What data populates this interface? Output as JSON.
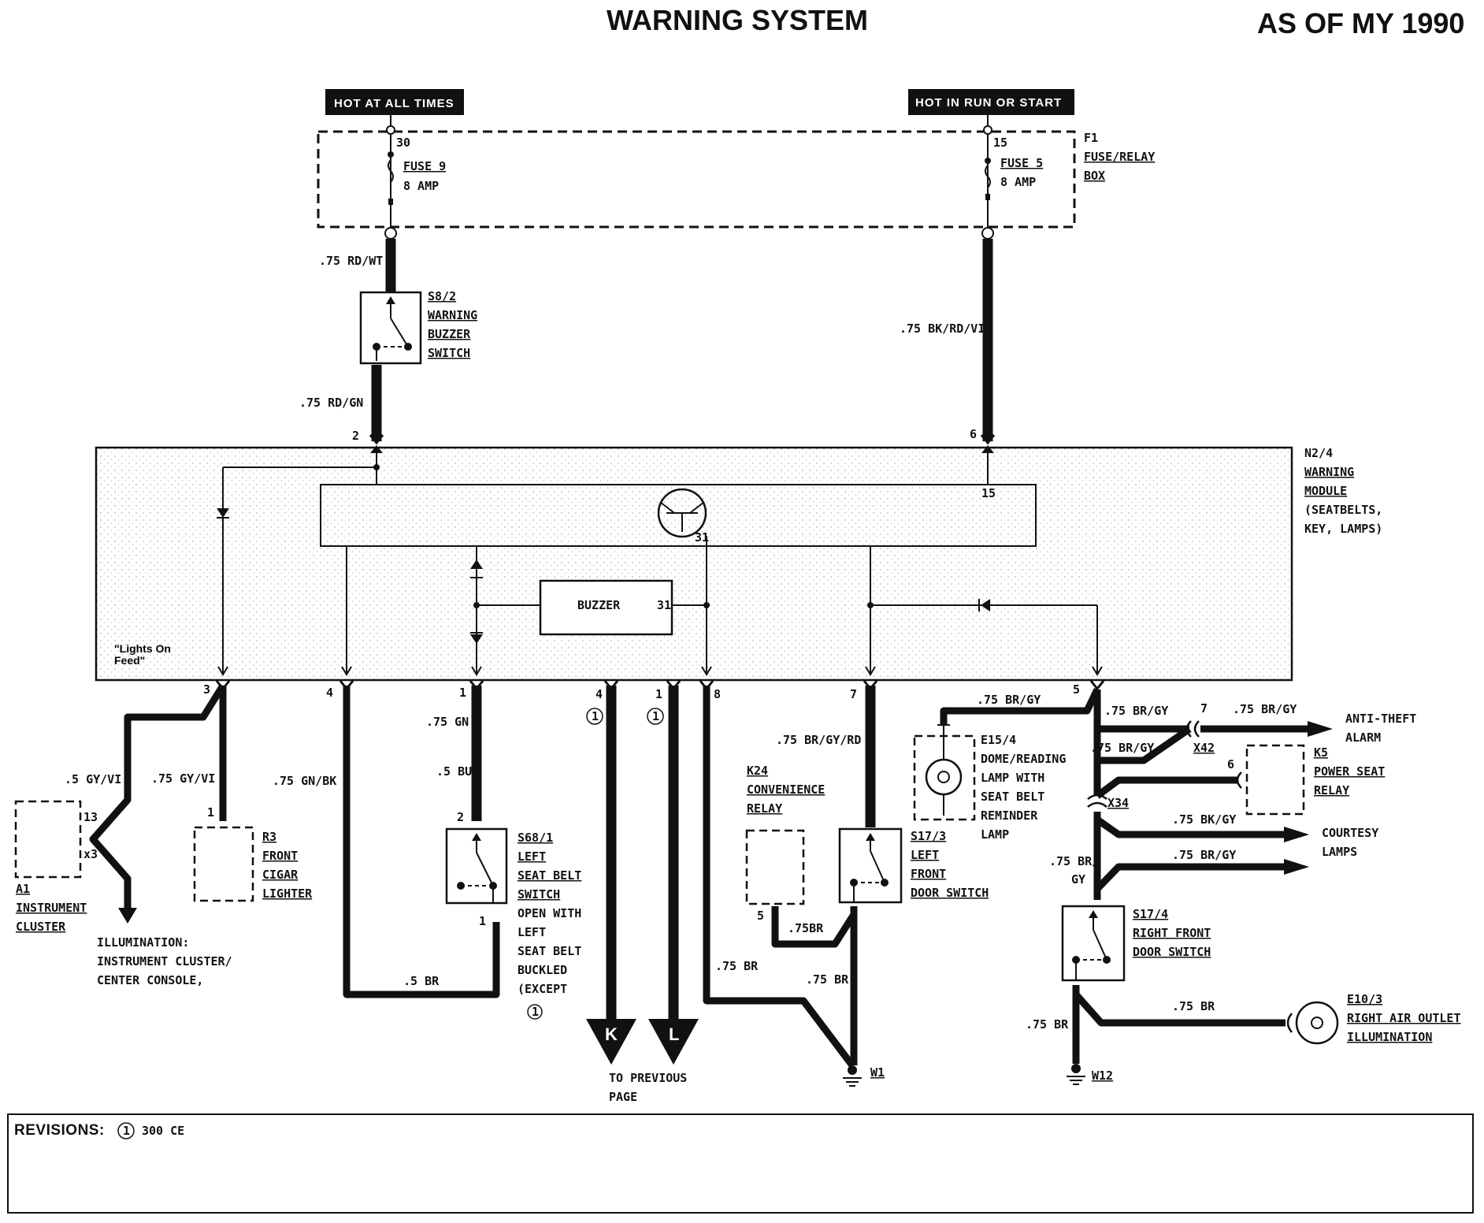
{
  "title": "WARNING SYSTEM",
  "model_year": "AS OF MY 1990",
  "power_sources": {
    "hot_at_all_times": "HOT AT ALL TIMES",
    "hot_in_run_or_start": "HOT IN RUN OR START"
  },
  "fuse_box": {
    "label_lines": [
      "F1",
      "FUSE/RELAY",
      "BOX"
    ],
    "terminal_30": "30",
    "terminal_15": "15",
    "fuse9": "FUSE 9",
    "fuse9_rating": "8 AMP",
    "fuse5": "FUSE 5",
    "fuse5_rating": "8 AMP"
  },
  "wires": {
    "rd_wt": ".75 RD/WT",
    "rd_gn": ".75 RD/GN",
    "bk_rd_vi": ".75 BK/RD/VI",
    "gy_vi_5": ".5 GY/VI",
    "gy_vi_75": ".75 GY/VI",
    "gn_bk": ".75 GN/BK",
    "gn": ".75 GN",
    "bu": ".5 BU",
    "br_5": ".5 BR",
    "br_75_k24": ".75BR",
    "br_75_a": ".75 BR",
    "br_75_b": ".75 BR",
    "br_gy_rd": ".75 BR/GY/RD",
    "br_gy_top": ".75 BR/GY",
    "br_gy_1": ".75 BR/GY",
    "br_gy_2": ".75 BR/GY",
    "br_gy_3": ".75 BR/GY",
    "bk_gy": ".75 BK/GY",
    "br_gy_4": ".75 BR/GY",
    "br_gy_split_1": ".75 BR/",
    "br_gy_split_2": "GY",
    "br_e10": ".75 BR",
    "br_w12": ".75 BR"
  },
  "s8_2": {
    "lines": [
      "S8/2",
      "WARNING",
      "BUZZER",
      "SWITCH"
    ]
  },
  "module": {
    "lines": [
      "N2/4",
      "WARNING",
      "MODULE",
      "(SEATBELTS,",
      "KEY, LAMPS)"
    ],
    "lights_on_feed": [
      "\"Lights On",
      "Feed\""
    ],
    "buzzer": "BUZZER",
    "pin_15": "15",
    "pin_31a": "31",
    "pin_31b": "31",
    "pins": {
      "p2": "2",
      "p6": "6",
      "p3": "3",
      "p4": "4",
      "p1": "1",
      "p4k": "4",
      "p1l": "1",
      "p8": "8",
      "p7": "7",
      "p5": "5"
    }
  },
  "a1": {
    "lines": [
      "A1",
      "INSTRUMENT",
      "CLUSTER"
    ],
    "pin13": "13",
    "pinx3": "x3"
  },
  "illumination": [
    "ILLUMINATION:",
    "INSTRUMENT CLUSTER/",
    "CENTER CONSOLE,"
  ],
  "r3": {
    "lines": [
      "R3",
      "FRONT",
      "CIGAR",
      "LIGHTER"
    ],
    "pin1": "1"
  },
  "s68_1": {
    "lines": [
      "S68/1",
      "LEFT",
      "SEAT BELT",
      "SWITCH",
      "OPEN WITH",
      "LEFT",
      "SEAT BELT",
      "BUCKLED",
      "(EXCEPT"
    ],
    "pin2": "2",
    "pin1": "1"
  },
  "revision_marker": "1",
  "connectors": {
    "k": "K",
    "l": "L",
    "to_previous": [
      "TO PREVIOUS",
      "PAGE"
    ]
  },
  "k24": {
    "lines": [
      "K24",
      "CONVENIENCE",
      "RELAY"
    ],
    "pin5": "5"
  },
  "s17_3": {
    "lines": [
      "S17/3",
      "LEFT",
      "FRONT",
      "DOOR SWITCH"
    ]
  },
  "e15_4": {
    "lines": [
      "E15/4",
      "DOME/READING",
      "LAMP WITH",
      "SEAT BELT",
      "REMINDER",
      "LAMP"
    ]
  },
  "anti_theft": [
    "ANTI-THEFT",
    "ALARM"
  ],
  "k5": {
    "lines": [
      "K5",
      "POWER SEAT",
      "RELAY"
    ],
    "pin6": "6"
  },
  "x42": "X42",
  "x34": "X34",
  "courtesy": [
    "COURTESY",
    "LAMPS"
  ],
  "s17_4": {
    "lines": [
      "S17/4",
      "RIGHT FRONT",
      "DOOR SWITCH"
    ]
  },
  "e10_3": {
    "lines": [
      "E10/3",
      "RIGHT AIR OUTLET",
      "ILLUMINATION"
    ]
  },
  "grounds": {
    "w1": "W1",
    "w12": "W12"
  },
  "revisions": {
    "label": "REVISIONS:",
    "marker": "1",
    "text": "300 CE"
  }
}
